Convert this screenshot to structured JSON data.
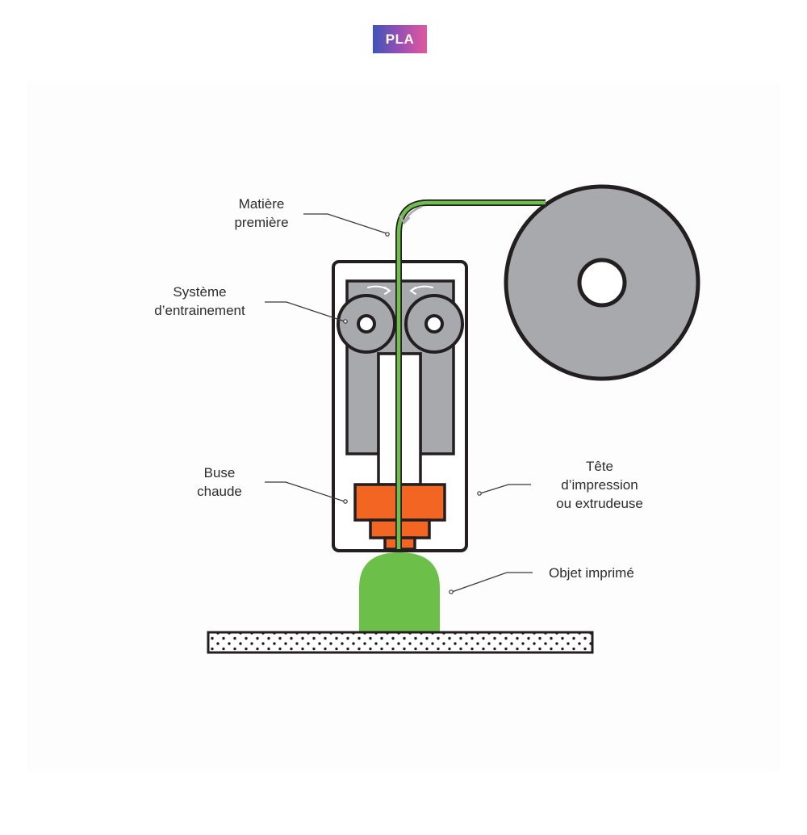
{
  "badge": {
    "text": "PLA"
  },
  "labels": {
    "matiere": {
      "line1": "Matière",
      "line2": "première"
    },
    "systeme": {
      "line1": "Système",
      "line2": "d’entrainement"
    },
    "buse": {
      "line1": "Buse",
      "line2": "chaude"
    },
    "tete": {
      "line1": "Tête",
      "line2": "d’impression",
      "line3": "ou extrudeuse"
    },
    "objet": {
      "line1": "Objet imprimé"
    }
  },
  "colors": {
    "filament": "#6cc04a",
    "nozzle": "#f26522",
    "gray": "#a7a9ac",
    "outline": "#231f20",
    "badge_start": "#3d55b8",
    "badge_end": "#e2589e"
  }
}
